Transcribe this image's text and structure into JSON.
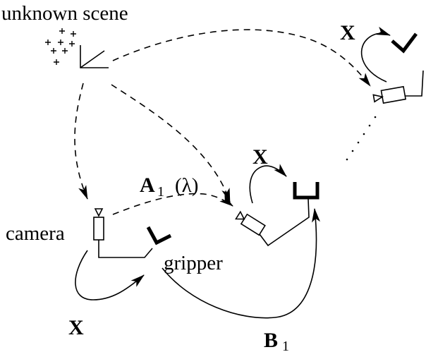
{
  "labels": {
    "unknown_scene": "unknown scene",
    "camera": "camera",
    "gripper": "gripper",
    "x": "X",
    "a_main": "A",
    "a_sub": "1",
    "a_arg": "(λ)",
    "b_main": "B",
    "b_sub": "1"
  }
}
